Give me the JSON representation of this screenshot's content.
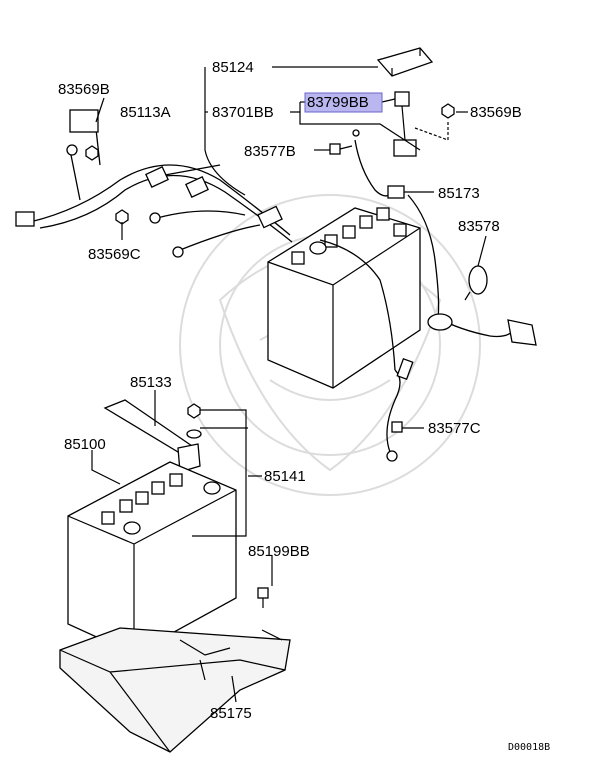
{
  "labels": {
    "p85124": "85124",
    "p83569B_left": "83569B",
    "p85113A": "85113A",
    "p83701BB": "83701BB",
    "p83799BB": "83799BB",
    "p83569B_right": "83569B",
    "p83577B": "83577B",
    "p85173": "85173",
    "p83569C": "83569C",
    "p83578": "83578",
    "p83577C": "83577C",
    "p85133": "85133",
    "p85100": "85100",
    "p85141": "85141",
    "p85199BB": "85199BB",
    "p85175": "85175"
  },
  "footer": {
    "code": "D00018B"
  },
  "highlight_color": "#b9b6f0"
}
